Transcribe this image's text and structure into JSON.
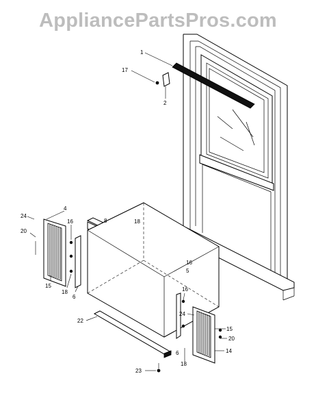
{
  "watermark": "AppliancePartsPros.com",
  "callouts": {
    "c1": "1",
    "c17": "17",
    "c2": "2",
    "c4": "4",
    "c24a": "24",
    "c20a": "20",
    "c16a": "16",
    "c15a": "15",
    "c18a": "18",
    "c6a": "6",
    "c8": "8",
    "c18b": "18",
    "c16b": "16",
    "c5": "5",
    "c22": "22",
    "c23": "23",
    "c16c": "16",
    "c24b": "24",
    "c15b": "15",
    "c20b": "20",
    "c14": "14",
    "c6b": "6",
    "c18c": "18"
  }
}
